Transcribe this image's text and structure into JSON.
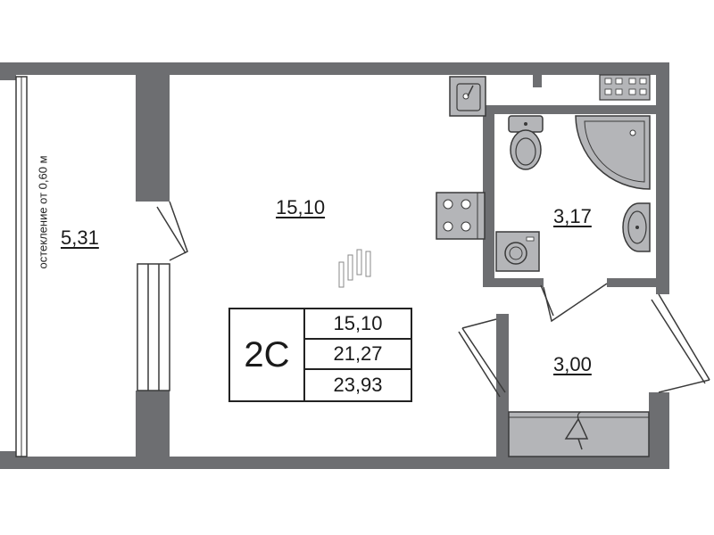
{
  "rooms": {
    "main_room_area": "15,10",
    "balcony_area": "5,31",
    "bathroom_area": "3,17",
    "hallway_area": "3,00"
  },
  "balcony_glazing_note": "остекление от 0,60 м",
  "summary": {
    "apartment_type": "2С",
    "living_area": "15,10",
    "total_area": "21,27",
    "total_area_with_balcony": "23,93"
  },
  "colors": {
    "wall": "#6d6e71",
    "fixture_fill": "#b4b5b8",
    "outline": "#3a3a3a",
    "text": "#1a1a1a"
  },
  "icons": [
    "sink-icon",
    "stove-icon",
    "toilet-icon",
    "shower-icon",
    "washbasin-icon",
    "washing-machine-icon",
    "hanger-icon",
    "cooktop-icon",
    "radiator-icon",
    "window-icon"
  ]
}
